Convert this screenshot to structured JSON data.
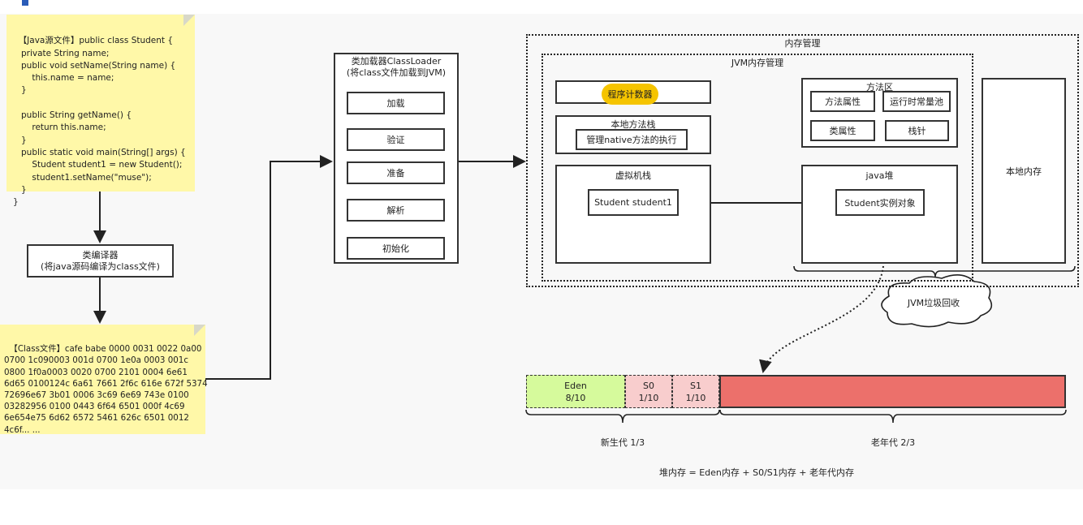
{
  "java_source_note": "【Java源文件】public class Student {\n   private String name;\n   public void setName(String name) {\n       this.name = name;\n   }\n\n   public String getName() {\n       return this.name;\n   }\n   public static void main(String[] args) {\n       Student student1 = new Student();\n       student1.setName(\"muse\");\n   }\n}",
  "compiler": {
    "title": "类编译器",
    "subtitle": "(将java源码编译为class文件)"
  },
  "class_file_note": "【Class文件】cafe babe 0000 0031 0022 0a00\n0700 1c090003 001d 0700 1e0a 0003 001c\n0800 1f0a0003 0020 0700 2101 0004 6e61\n6d65 0100124c 6a61 7661 2f6c 616e 672f 5374\n72696e67 3b01 0006 3c69 6e69 743e 0100\n03282956 0100 0443 6f64 6501 000f 4c69\n6e654e75 6d62 6572 5461 626c 6501 0012\n4c6f... ...",
  "classloader": {
    "title": "类加载器ClassLoader",
    "subtitle": "(将class文件加载到JVM)",
    "steps": [
      "加载",
      "验证",
      "准备",
      "解析",
      "初始化"
    ]
  },
  "memory": {
    "title": "内存管理",
    "jvm_title": "JVM内存管理",
    "program_counter": "程序计数器",
    "native_stack": {
      "title": "本地方法栈",
      "item": "管理native方法的执行"
    },
    "vm_stack": {
      "title": "虚拟机栈",
      "item": "Student student1"
    },
    "method_area": {
      "title": "方法区",
      "items": [
        "方法属性",
        "运行时常量池",
        "类属性",
        "栈针"
      ]
    },
    "heap": {
      "title": "java堆",
      "item": "Student实例对象"
    },
    "native_memory": "本地内存",
    "gc": "JVM垃圾回收"
  },
  "heap_layout": {
    "eden": {
      "name": "Eden",
      "ratio": "8/10"
    },
    "s0": {
      "name": "S0",
      "ratio": "1/10"
    },
    "s1": {
      "name": "S1",
      "ratio": "1/10"
    },
    "young_label": "新生代 1/3",
    "old_label": "老年代 2/3",
    "formula": "堆内存 = Eden内存 + S0/S1内存 + 老年代内存",
    "colors": {
      "eden": "#d6fa9c",
      "survivor": "#f8cdcd",
      "old": "#ec706b",
      "note": "#fff8a8",
      "highlight": "#f5c400"
    }
  }
}
